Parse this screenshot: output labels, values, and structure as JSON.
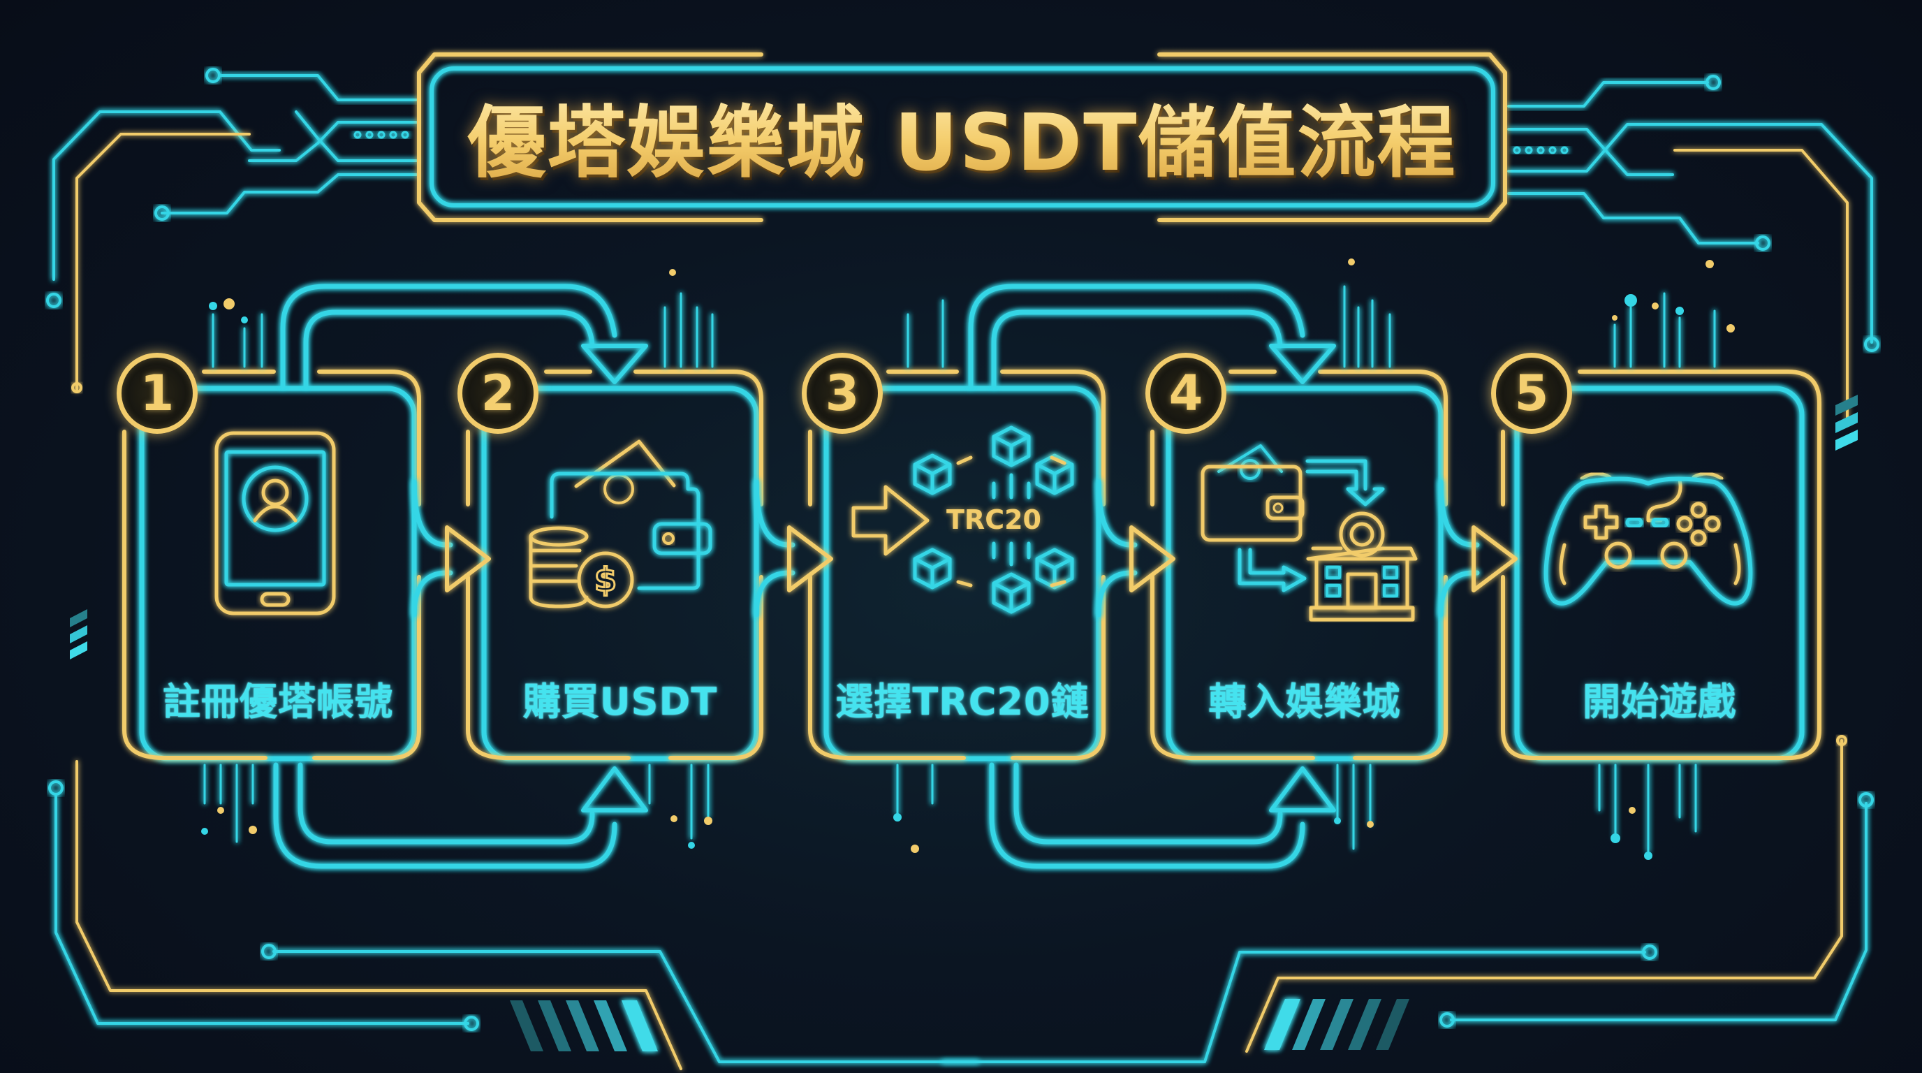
{
  "title": "優塔娛樂城 USDT儲值流程",
  "colors": {
    "background": "#0a0f1c",
    "cyan": "#35d6e6",
    "gold": "#f2cc6b",
    "label_text": "#45e3ef"
  },
  "steps": [
    {
      "number": "1",
      "label": "註冊優塔帳號",
      "icon": "smartphone-user-profile-icon"
    },
    {
      "number": "2",
      "label": "購買USDT",
      "icon": "wallet-coins-dollar-icon"
    },
    {
      "number": "3",
      "label": "選擇TRC20鏈",
      "icon": "blockchain-network-icon",
      "icon_text": "TRC20"
    },
    {
      "number": "4",
      "label": "轉入娛樂城",
      "icon": "wallet-transfer-casino-icon"
    },
    {
      "number": "5",
      "label": "開始遊戲",
      "icon": "gamepad-icon"
    }
  ],
  "connectors": [
    {
      "from": "1",
      "to": "2",
      "type": "right-arrow"
    },
    {
      "from": "2",
      "to": "3",
      "type": "right-arrow"
    },
    {
      "from": "3",
      "to": "4",
      "type": "right-arrow"
    },
    {
      "from": "4",
      "to": "5",
      "type": "right-arrow"
    }
  ]
}
